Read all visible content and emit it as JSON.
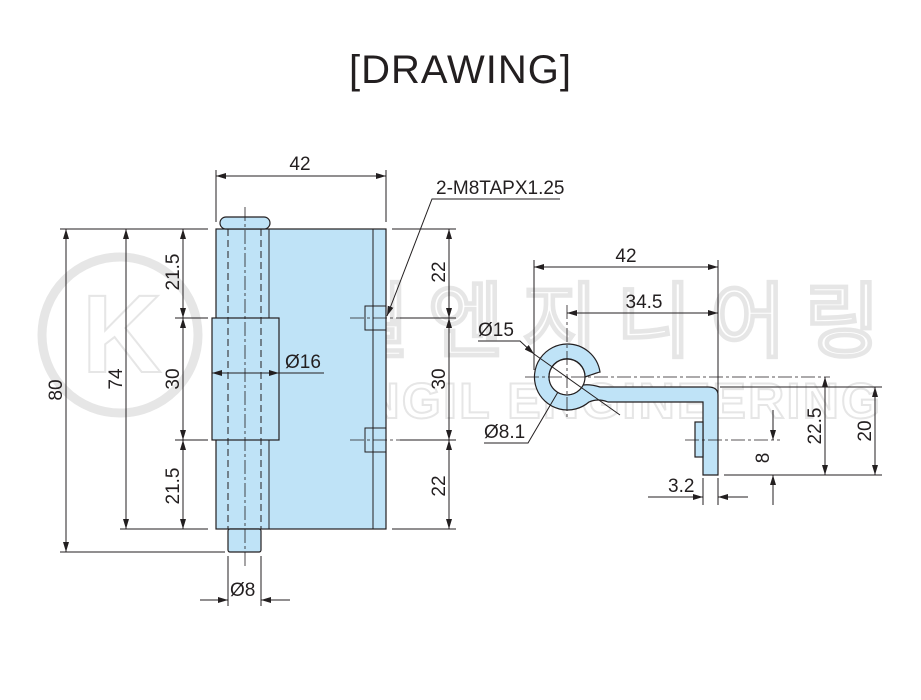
{
  "title": "[DRAWING]",
  "watermark": {
    "brand_ko": "광일엔지니어링",
    "brand_en": "KWANGIL ENGINEERING",
    "logo_letter": "K"
  },
  "colors": {
    "part_fill": "#bfe3f7",
    "line": "#231f20",
    "watermark": "#e6e6e6"
  },
  "front_view": {
    "width": "42",
    "height_total": "80",
    "height_plate": "74",
    "knuckle_segments": [
      "21.5",
      "30",
      "21.5"
    ],
    "hole_spacing": [
      "22",
      "30",
      "22"
    ],
    "knuckle_dia": "Ø16",
    "pin_dia": "Ø8",
    "tap_note": "2-M8TAPX1.25"
  },
  "side_view": {
    "width": "42",
    "center_to_edge": "34.5",
    "outer_dia": "Ø15",
    "inner_dia": "Ø8.1",
    "thickness": "3.2",
    "height_to_center": "22.5",
    "height": "20",
    "hole_height": "8"
  }
}
